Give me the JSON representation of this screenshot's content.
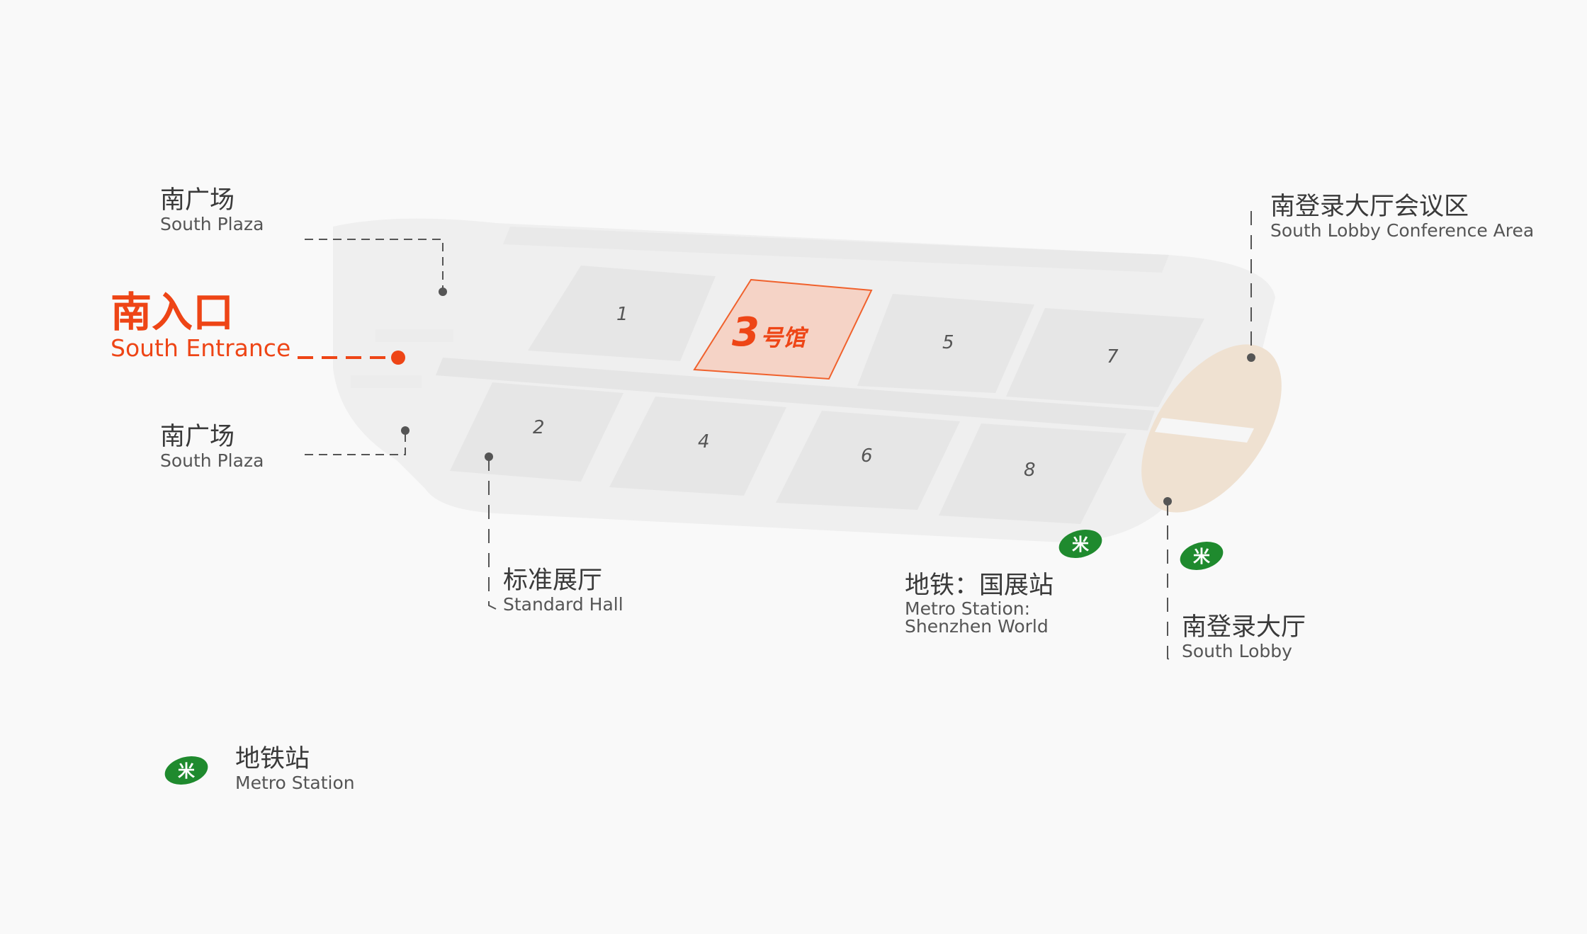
{
  "title": "",
  "accent_color": "#ee4516",
  "map": {
    "highlight_hall": {
      "label_number": "3",
      "label_text": "号馆",
      "fill": "#f5d3c6",
      "stroke": "#f0612c"
    },
    "halls": [
      "1",
      "2",
      "4",
      "5",
      "6",
      "7",
      "8"
    ],
    "building_color": "#e7e7e7",
    "lobby_color": "#efe1d1"
  },
  "labels": {
    "south_plaza_top": {
      "zh": "南广场",
      "en": "South Plaza"
    },
    "south_entrance": {
      "zh": "南入口",
      "en": "South Entrance"
    },
    "south_plaza_bottom": {
      "zh": "南广场",
      "en": "South Plaza"
    },
    "standard_hall": {
      "zh": "标准展厅",
      "en": "Standard Hall"
    },
    "metro_shenzhen_world": {
      "zh": "地铁：国展站",
      "en_line1": "Metro Station:",
      "en_line2": "Shenzhen World"
    },
    "south_lobby_conference": {
      "zh": "南登录大厅会议区",
      "en": "South Lobby Conference Area"
    },
    "south_lobby": {
      "zh": "南登录大厅",
      "en": "South Lobby"
    }
  },
  "legend": {
    "icon": "metro-icon",
    "zh": "地铁站",
    "en": "Metro Station",
    "icon_color": "#1f8a2e"
  }
}
